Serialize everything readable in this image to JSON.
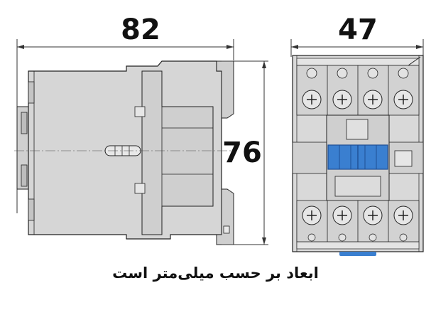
{
  "dimensions": {
    "width": "82",
    "height": "76",
    "depth": "47"
  },
  "caption": "ابعاد بر حسب میلی‌متر است",
  "colors": {
    "body_gray": "#d9d9d9",
    "body_dark": "#bcbcbc",
    "outline": "#222222",
    "indicator_blue": "#3a7fd0",
    "indicator_dark": "#1f4f95"
  }
}
